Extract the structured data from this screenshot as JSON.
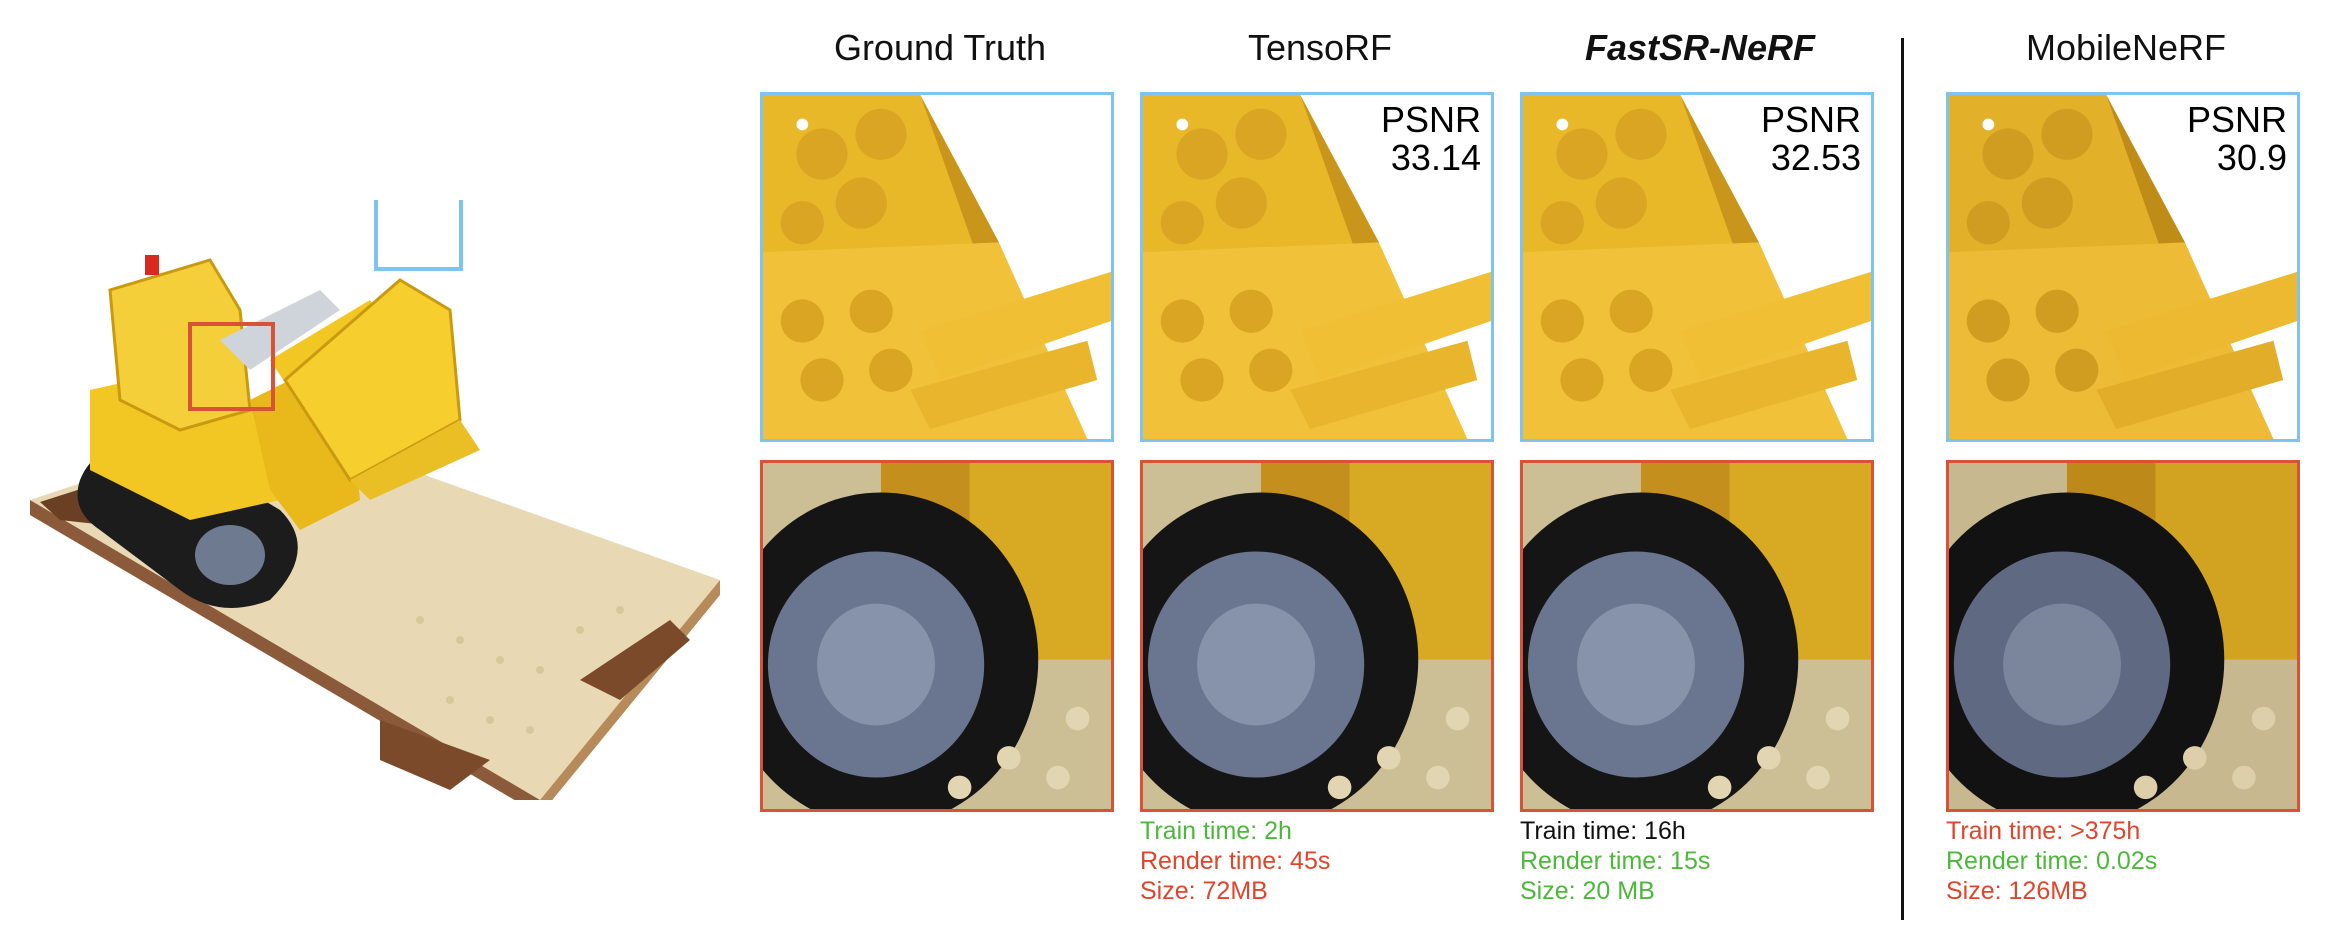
{
  "columns": [
    {
      "title": "Ground Truth"
    },
    {
      "title": "TensoRF",
      "psnr_label": "PSNR",
      "psnr_value": "33.14"
    },
    {
      "title": "FastSR-NeRF",
      "psnr_label": "PSNR",
      "psnr_value": "32.53"
    },
    {
      "title": "MobileNeRF",
      "psnr_label": "PSNR",
      "psnr_value": "30.9"
    }
  ],
  "stats": {
    "tensorf": {
      "train": "Train time: 2h",
      "render": "Render time: 45s",
      "size": "Size: 72MB"
    },
    "fastsr": {
      "train": "Train time: 16h",
      "render": "Render time: 15s",
      "size": "Size: 20 MB"
    },
    "mobilenerf": {
      "train": "Train time: >375h",
      "render": "Render time: 0.02s",
      "size": "Size: 126MB"
    }
  },
  "colors": {
    "good": "#4cb83a",
    "bad": "#e0452c",
    "neutral": "#111111",
    "blue_box": "#7fc4ee",
    "red_box": "#d85236",
    "lego_yellow": "#f2c623",
    "baseplate": "#e8d9b4",
    "track": "#1c1c1c"
  },
  "stat_levels": {
    "tensorf": [
      "good",
      "bad",
      "bad"
    ],
    "fastsr": [
      "neutral",
      "good",
      "good"
    ],
    "mobilenerf": [
      "bad",
      "good",
      "bad"
    ]
  }
}
